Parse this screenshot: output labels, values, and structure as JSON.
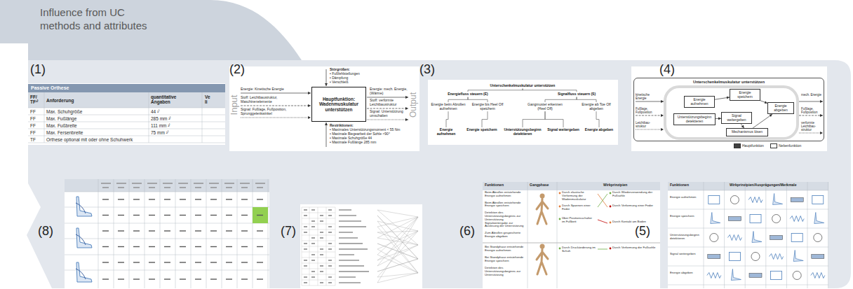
{
  "diagram": {
    "nodes": [
      {
        "text": [
          "Influence from UC methods and attributes"
        ]
      },
      {
        "text": [
          "Passive Orthese"
        ]
      },
      {
        "text": [
          "Hauptfunktion: Wadenmuskulatur unterstützen"
        ]
      },
      {
        "text": [
          "Unterschenkelmuskulatur unterstützen"
        ]
      },
      {
        "text": [
          "Energiefluss steuern (E)"
        ]
      },
      {
        "text": [
          "Signalfluss steuern (S)"
        ]
      },
      {
        "text": [
          "Energie beim Abrollen aufnehmen"
        ]
      },
      {
        "text": [
          "Energie bis Heel Off speichern"
        ]
      },
      {
        "text": [
          "Gangmuster erkennen (Heel Off)"
        ]
      },
      {
        "text": [
          "Energie ab Toe Off abgeben"
        ]
      },
      {
        "text": [
          "Energie aufnehmen"
        ]
      },
      {
        "text": [
          "Energie speichern"
        ]
      },
      {
        "text": [
          "Unterstützungsbeginn detektieren"
        ]
      },
      {
        "text": [
          "Signal weitergeben"
        ]
      },
      {
        "text": [
          "Energie abgeben"
        ]
      },
      {
        "text": [
          "Unterschenkelmuskulatur unterstützen"
        ]
      },
      {
        "text": [
          "Energie aufnehmen"
        ],
        "in": 15
      },
      {
        "text": [
          "Energie speichern"
        ],
        "in": 15
      },
      {
        "text": [
          "Energie abgeben"
        ],
        "in": 15
      },
      {
        "text": [
          "Unterstützungsbeginn detektieren"
        ],
        "in": 15
      },
      {
        "text": [
          "Signal weitergeben"
        ],
        "in": 15
      },
      {
        "text": [
          "Mechanismus lösen"
        ],
        "in": 15
      }
    ],
    "edges": [
      {
        "from": 3,
        "to": 4,
        "arrow": "none"
      },
      {
        "from": 3,
        "to": 5,
        "arrow": "none"
      },
      {
        "from": 4,
        "to": 6,
        "arrow": "none"
      },
      {
        "from": 4,
        "to": 7,
        "arrow": "none"
      },
      {
        "from": 5,
        "to": 8,
        "arrow": "none"
      },
      {
        "from": 5,
        "to": 9,
        "arrow": "none"
      },
      {
        "from": 6,
        "to": 10,
        "arrow": "none"
      },
      {
        "from": 7,
        "to": 11,
        "arrow": "none"
      },
      {
        "from": 8,
        "to": 12,
        "arrow": "none"
      },
      {
        "from": 8,
        "to": 13,
        "arrow": "none"
      },
      {
        "from": 9,
        "to": 14,
        "arrow": "none"
      },
      {
        "from": 16,
        "to": 17,
        "arrow": "to"
      },
      {
        "from": 17,
        "to": 18,
        "arrow": "to"
      },
      {
        "from": 19,
        "to": 20,
        "arrow": "to"
      },
      {
        "from": 20,
        "to": 21,
        "arrow": "to"
      },
      {
        "from": 21,
        "to": 18,
        "arrow": "to"
      }
    ],
    "labels": [
      "(1)",
      "FF/ TF¹⁾",
      "Anforderung",
      "quantitative Angaben",
      "Ve li",
      "FF",
      "Max. Schuhgröße",
      "44 ¹⁾",
      "FF",
      "Max. Fußlänge",
      "285 mm ²⁾",
      "FF",
      "Max. Fußbreite",
      "111 mm ²⁾",
      "FF",
      "Max. Fersenbreite",
      "75 mm ²⁾",
      "TF",
      "Orthese optional mit oder ohne Schuhwerk",
      "(2)",
      "Störgrößen:",
      "• Fußfehlstellungen",
      "• Dämpfung",
      "• Verschleiß",
      "Input",
      "Energie: Kinetische Energie",
      "Stoff: Leichtbaustruktur, Maschinenelemente",
      "Signal: Fußlage, Fußposition, Sprunggelenkwinkel",
      "Energie: mech. Energie, (Wärme)",
      "Stoff: verformte Leichtbaustruktur",
      "Signal: Unterstützung umschalten",
      "Output",
      "Restriktionen:",
      "• Maximales Unterstützungsmoment < 55 Nm",
      "• Maximale Biegearbeit der Sohle <90°",
      "• Maximale Schuhgröße 44",
      "• Maximale Fußlänge 285 mm",
      "(3)",
      "(4)",
      "kinetische Energie",
      "Fußlage, Fußposition",
      "Leichtbau- struktur",
      "mech. Energie",
      "Fußlage, Fußposition",
      "verformte Leichtbau- struktur",
      "(5)",
      "Funktionen",
      "Wirkprinzipien/Ausprägungen/Merkmale",
      "Energie aufnehmen",
      "Energie speichern",
      "Unterstützungsbeginn detektieren",
      "Signal weitergeben",
      "Energie abgeben",
      "(6)",
      "Funktionen",
      "Gangphase",
      "Wirkprinzipien",
      "Beim Abrollen entstehende Energie aufnehmen",
      "Beim Abrollen entstehende Energie speichern",
      "Detektion des Unterstützungsbeginns zur Unterstützung",
      "Signalweitergabe zur Auslösung der Unterstützung",
      "Zum Abrollen gespeicherte Energie abgeben",
      "Bei Standphase entstehende Energie aufnehmen",
      "Bei Standphase entstehende Energie speichern",
      "Detektion des Unterstützungsbeginns zur Unterstützung",
      "Durch elastische Verformung der Wadenmuskulatur",
      "Durch Wiederverwendung der Fußsohle",
      "Durch Spannen einer Feder",
      "Durch Verformung einer Feder",
      "Über Positionsschalter im Fußbett",
      "Durch Kontakt am Boden",
      "Durch Druckänderung im Schuh",
      "Durch Verformung der Fußsohle",
      "(7)",
      "(8)"
    ],
    "legend": [
      {
        "text": "Hauptfunktion",
        "color": "#404040"
      },
      {
        "text": "Nebenfunktion",
        "color": "#ffffff"
      }
    ]
  }
}
